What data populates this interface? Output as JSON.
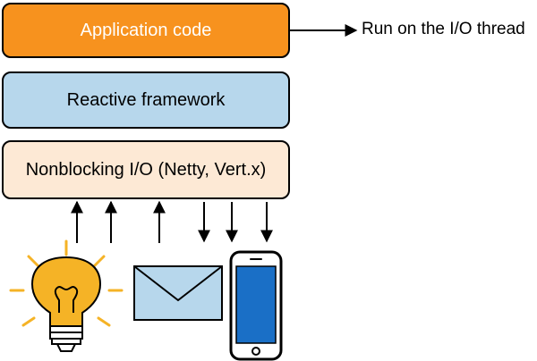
{
  "layers": {
    "application": {
      "label": "Application code",
      "fill": "#f7921e",
      "text_color": "#ffffff"
    },
    "reactive": {
      "label": "Reactive framework",
      "fill": "#b7d7ec"
    },
    "io": {
      "label": "Nonblocking I/O (Netty, Vert.x)",
      "fill": "#fde9d5"
    }
  },
  "annotation": {
    "label": "Run on the I/O thread"
  },
  "io_arrows": {
    "up_count": 3,
    "down_count": 3
  },
  "devices": [
    {
      "name": "lightbulb-icon",
      "color": "#f5b326"
    },
    {
      "name": "envelope-icon",
      "color": "#b7d7ec"
    },
    {
      "name": "smartphone-icon",
      "color": "#1a6fc6"
    }
  ]
}
